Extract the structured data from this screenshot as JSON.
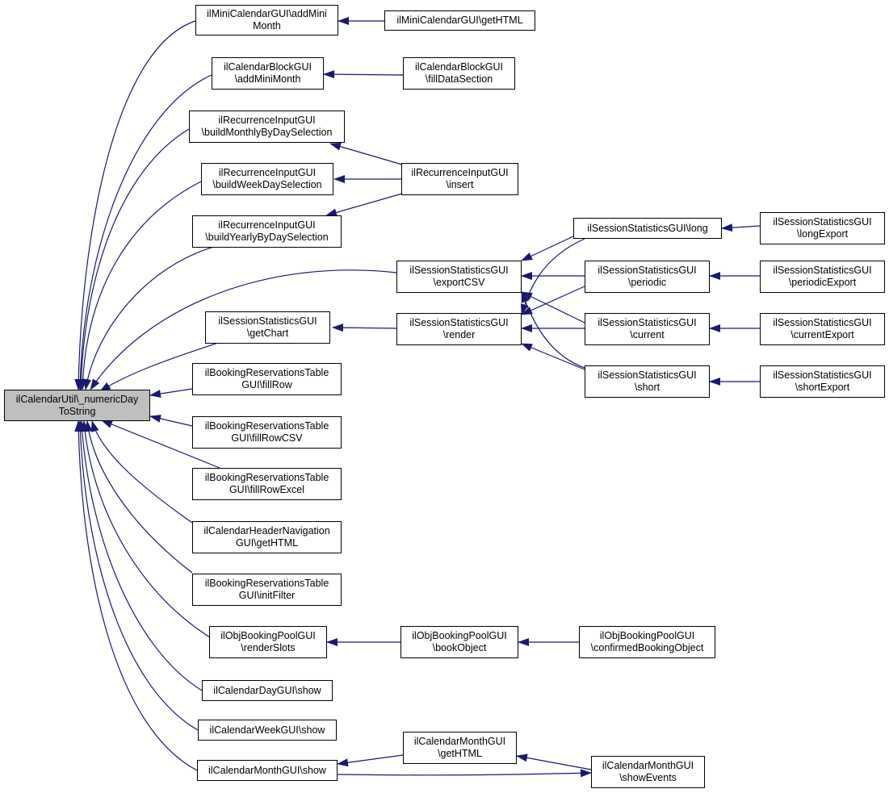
{
  "colors": {
    "edge": "#191970",
    "node_border": "#000000",
    "root_fill": "#bfbfbf",
    "node_fill": "#ffffff"
  },
  "nodes": {
    "root": "ilCalendarUtil\\_numericDay\nToString",
    "mini_add": "ilMiniCalendarGUI\\addMini\nMonth",
    "mini_html": "ilMiniCalendarGUI\\getHTML",
    "block_add": "ilCalendarBlockGUI\n\\addMiniMonth",
    "block_fill": "ilCalendarBlockGUI\n\\fillDataSection",
    "rec_monthly": "ilRecurrenceInputGUI\n\\buildMonthlyByDaySelection",
    "rec_week": "ilRecurrenceInputGUI\n\\buildWeekDaySelection",
    "rec_yearly": "ilRecurrenceInputGUI\n\\buildYearlyByDaySelection",
    "rec_insert": "ilRecurrenceInputGUI\n\\insert",
    "ss_long": "ilSessionStatisticsGUI\\long",
    "ss_longexp": "ilSessionStatisticsGUI\n\\longExport",
    "ss_csv": "ilSessionStatisticsGUI\n\\exportCSV",
    "ss_periodic": "ilSessionStatisticsGUI\n\\periodic",
    "ss_periodicexp": "ilSessionStatisticsGUI\n\\periodicExport",
    "ss_chart": "ilSessionStatisticsGUI\n\\getChart",
    "ss_render": "ilSessionStatisticsGUI\n\\render",
    "ss_current": "ilSessionStatisticsGUI\n\\current",
    "ss_currentexp": "ilSessionStatisticsGUI\n\\currentExport",
    "ss_short": "ilSessionStatisticsGUI\n\\short",
    "ss_shortexp": "ilSessionStatisticsGUI\n\\shortExport",
    "br_fillrow": "ilBookingReservationsTable\nGUI\\fillRow",
    "br_fillcsv": "ilBookingReservationsTable\nGUI\\fillRowCSV",
    "br_fillexcel": "ilBookingReservationsTable\nGUI\\fillRowExcel",
    "hdr_html": "ilCalendarHeaderNavigation\nGUI\\getHTML",
    "br_filter": "ilBookingReservationsTable\nGUI\\initFilter",
    "pool_render": "ilObjBookingPoolGUI\n\\renderSlots",
    "pool_book": "ilObjBookingPoolGUI\n\\bookObject",
    "pool_confirm": "ilObjBookingPoolGUI\n\\confirmedBookingObject",
    "day_show": "ilCalendarDayGUI\\show",
    "week_show": "ilCalendarWeekGUI\\show",
    "month_show": "ilCalendarMonthGUI\\show",
    "month_html": "ilCalendarMonthGUI\n\\getHTML",
    "month_events": "ilCalendarMonthGUI\n\\showEvents"
  }
}
